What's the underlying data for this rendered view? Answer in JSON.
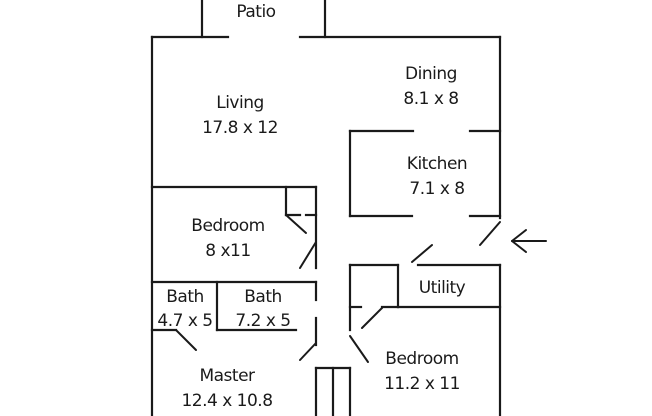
{
  "rooms": {
    "patio": {
      "name": "Patio"
    },
    "living": {
      "name": "Living",
      "dims": "17.8 x 12"
    },
    "dining": {
      "name": "Dining",
      "dims": "8.1 x 8"
    },
    "kitchen": {
      "name": "Kitchen",
      "dims": "7.1 x 8"
    },
    "bedroom1": {
      "name": "Bedroom",
      "dims": "8 x11"
    },
    "utility": {
      "name": "Utility"
    },
    "bath1": {
      "name": "Bath",
      "dims": "4.7 x 5"
    },
    "bath2": {
      "name": "Bath",
      "dims": "7.2 x 5"
    },
    "bedroom2": {
      "name": "Bedroom",
      "dims": "11.2 x 11"
    },
    "master": {
      "name": "Master",
      "dims": "12.4 x 10.8"
    }
  },
  "icons": {
    "entry": "arrow-left-icon"
  }
}
